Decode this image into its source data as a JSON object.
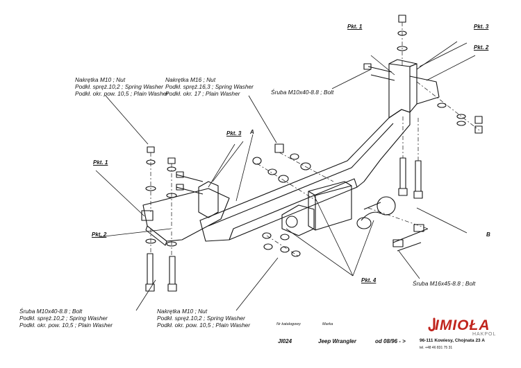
{
  "parts": {
    "nut_m10_top": [
      "Nakrętka  M10 ; Nut",
      "Podkł. spręż.10,2 ; Spring Washer",
      "Podkł. okr. pow. 10,5 ; Plain Washer"
    ],
    "nut_m16": [
      "Nakrętka  M16 ; Nut",
      "Podkł. spręż.16,3 ; Spring Washer",
      "Podkł. okr. 17 ; Plain Washer"
    ],
    "bolt_m10_top": "Śruba M10x40-8.8 ;  Bolt",
    "bolt_m10_bottom": [
      "Śruba M10x40-8.8 ;  Bolt",
      "Podkł. spręż.10,2 ; Spring Washer",
      "Podkł. okr. pow. 10,5 ; Plain Washer"
    ],
    "nut_m10_bottom": [
      "Nakrętka  M10 ; Nut",
      "Podkł. spręż.10,2 ; Spring Washer",
      "Podkł. okr. pow. 10,5 ; Plain Washer"
    ],
    "bolt_m16": "Śruba M16x45-8.8 ;  Bolt"
  },
  "points": {
    "pkt1_top": "Pkt. 1",
    "pkt3_top": "Pkt. 3",
    "pkt2_top": "Pkt. 2",
    "pkt3_mid": "Pkt. 3",
    "pkt1_left": "Pkt. 1",
    "pkt2_left": "Pkt. 2",
    "pkt4": "Pkt. 4",
    "mark_a": "A",
    "mark_b": "B"
  },
  "footer": {
    "catalog_label": "Nr katalogowy",
    "brand_label": "Marka",
    "catalog_no": "JI024",
    "vehicle": "Jeep Wrangler",
    "from_date": "od 08/96 - >",
    "address": "96-111 Kowiesy, Chojnata 23 A",
    "phone": "tel. +48 46 831 75 31"
  },
  "logo": {
    "brand": "IMIOŁA",
    "sub": "HAKPOL",
    "color": "#c0241d"
  }
}
